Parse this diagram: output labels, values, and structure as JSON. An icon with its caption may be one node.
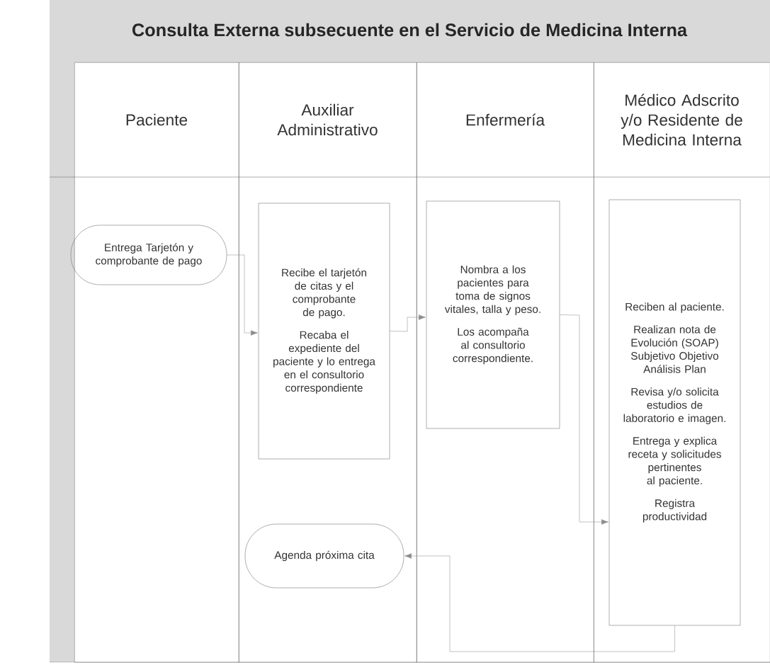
{
  "diagram": {
    "title": "Consulta Externa subsecuente en el Servicio de Medicina Interna",
    "nodes": [
      {
        "text": [
          "Paciente"
        ]
      },
      {
        "text": [
          "Auxiliar Administrativo"
        ]
      },
      {
        "text": [
          "Enfermería"
        ]
      },
      {
        "text": [
          "Médico Adscrito y/o Residente de Medicina Interna"
        ]
      },
      {
        "text": [
          "Entrega Tarjetón y comprobante de pago"
        ],
        "in": 0
      },
      {
        "text": [
          "Recibe el tarjetón de citas y el comprobante de pago.",
          "Recaba el expediente del paciente y lo entrega en el consultorio correspondiente"
        ],
        "in": 1
      },
      {
        "text": [
          "Nombra a los pacientes para toma de signos vitales, talla y peso.",
          "Los acompaña al consultorio correspondiente."
        ],
        "in": 2
      },
      {
        "text": [
          "Reciben al paciente.",
          "Realizan nota de Evolución (SOAP) Subjetivo Objetivo Análisis Plan",
          "Revisa y/o solicita estudios de laboratorio e imagen.",
          "Entrega y explica receta y solicitudes pertinentes al paciente.",
          "Registra productividad"
        ],
        "in": 3
      },
      {
        "text": [
          "Agenda próxima cita"
        ],
        "in": 1
      }
    ],
    "edges": [
      {
        "from": 4,
        "to": 5,
        "arrow": "to"
      },
      {
        "from": 5,
        "to": 6,
        "arrow": "to"
      },
      {
        "from": 6,
        "to": 7,
        "arrow": "to"
      },
      {
        "from": 7,
        "to": 8,
        "arrow": "to"
      }
    ]
  }
}
